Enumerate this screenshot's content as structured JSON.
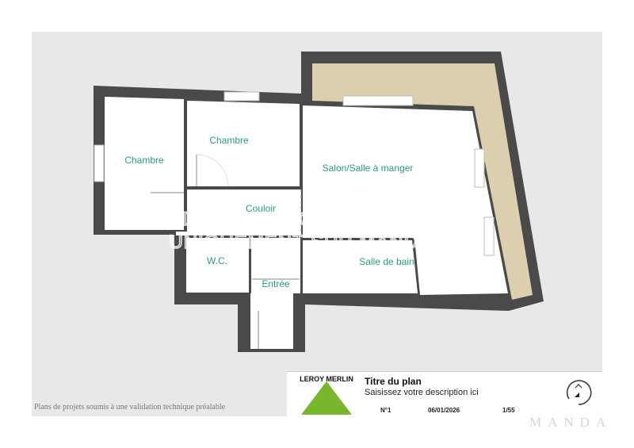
{
  "rooms": {
    "chambre1": "Chambre",
    "chambre2": "Chambre",
    "salon": "Salon/Salle à manger",
    "couloir": "Couloir",
    "wc": "W.C.",
    "entree": "Entrée",
    "salle_de_bain": "Salle de bain"
  },
  "watermark": {
    "line1": "DÉPOSEZ VOTRE DOSSIER",
    "line2": "UNIQUEMENT SUR MANDA.FR"
  },
  "footer_note": "Plans de projets soumis à une validation technique préalable",
  "title_block": {
    "logo_text": "LEROY MERLIN",
    "title": "Titre du plan",
    "description": "Saisissez votre description ici",
    "number": "N°1",
    "date": "06/01/2026",
    "scale": "1/55"
  },
  "brand": "MANDA",
  "colors": {
    "wall": "#4a4a4a",
    "balcony": "#dccfae",
    "room_label": "#2a9d7a",
    "logo_green": "#78b62b",
    "frame": "#e8e8e8"
  }
}
